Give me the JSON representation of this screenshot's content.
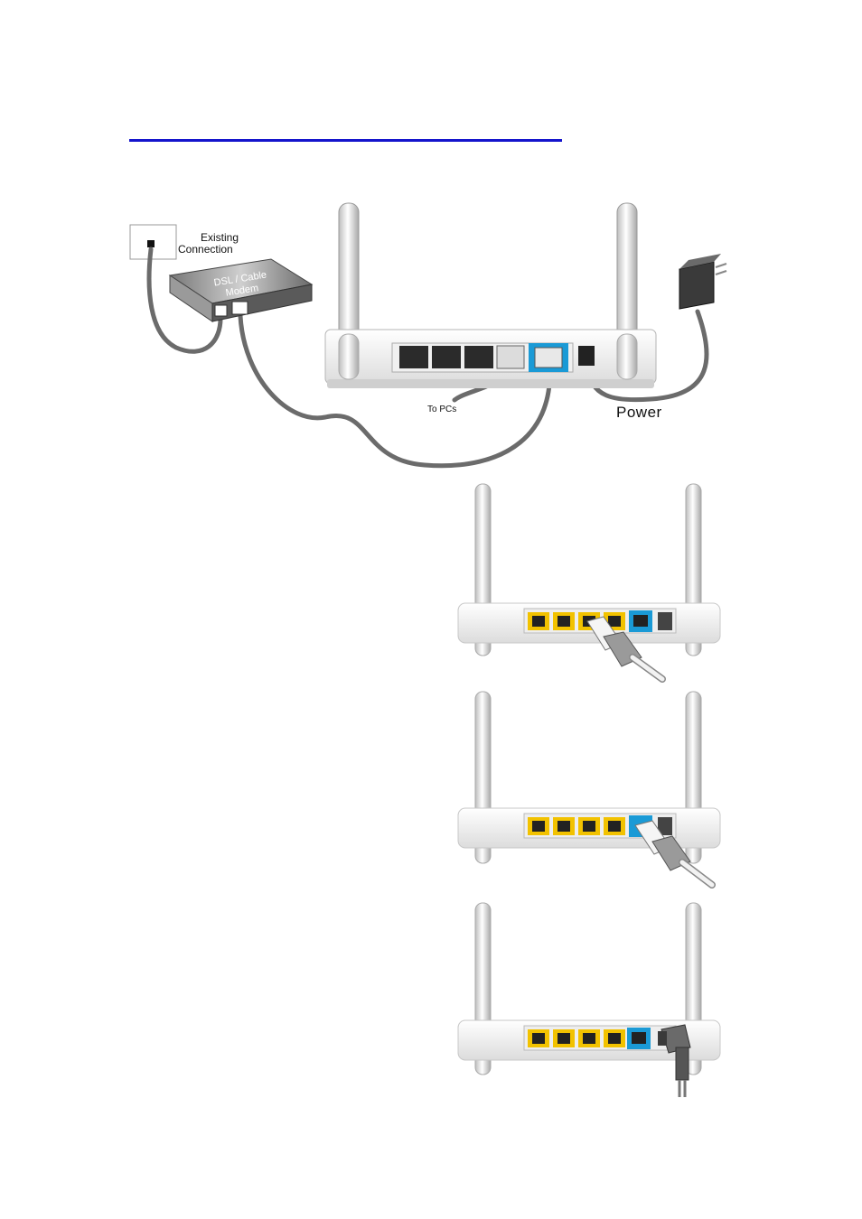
{
  "labels": {
    "existing_connection": "Existing\nConnection",
    "existing_line1": "Existing",
    "existing_line2": "Connection",
    "modem_line1": "DSL / Cable",
    "modem_line2": "Modem",
    "to_pcs": "To PCs",
    "power": "Power"
  },
  "colors": {
    "title_rule": "#1414cc",
    "wan_port": "#1a9ad6",
    "lan_port_yellow": "#f2c200",
    "cable": "#6b6b6b"
  },
  "icons": [
    "wall-jack-icon",
    "modem-icon",
    "router-icon",
    "power-adapter-icon",
    "ethernet-plug-icon",
    "power-plug-icon"
  ]
}
